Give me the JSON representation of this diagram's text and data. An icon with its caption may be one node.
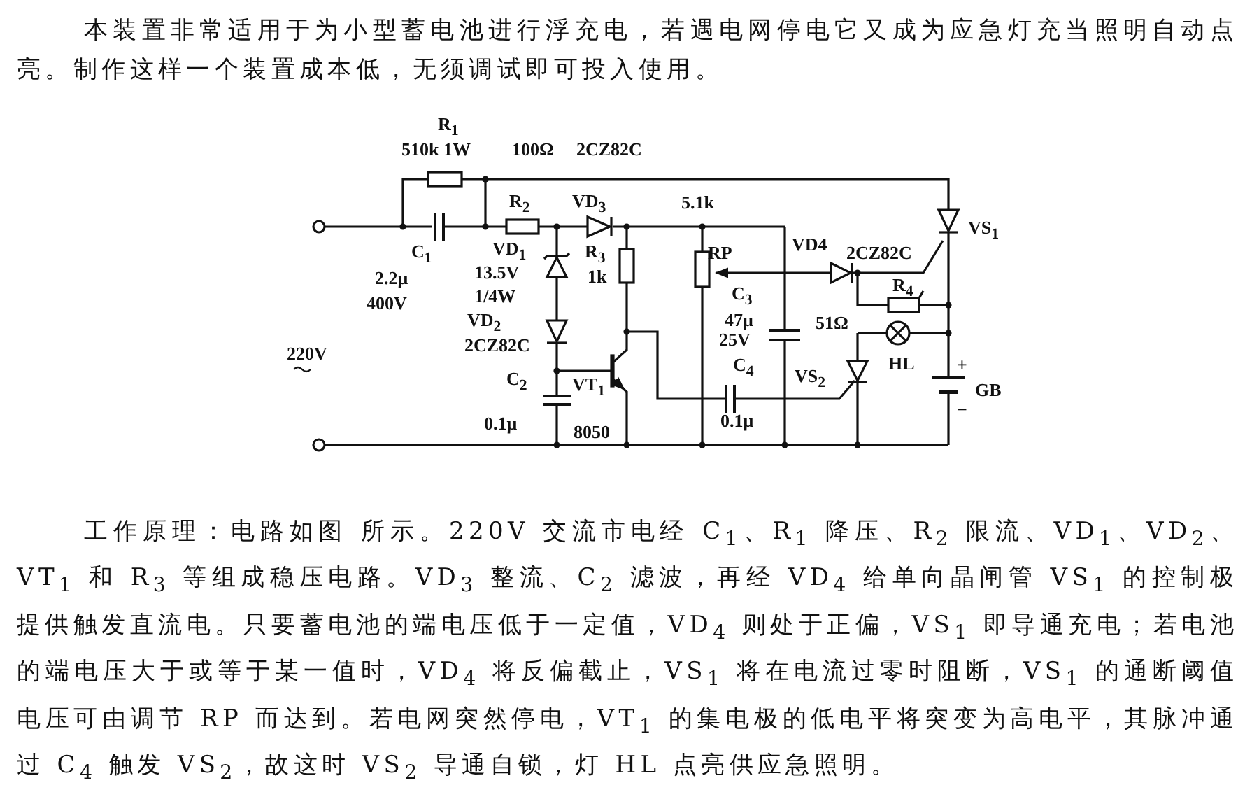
{
  "diagram": {
    "labels": [
      "本装置非常适用于为小型蓄电池进行浮充电，若遇电网停电它又成为应急灯充当照明自动点亮。制作这样一个装置成本低，无须调试即可投入使用。",
      "R$_{1}$",
      "510k 1W",
      "100Ω",
      "2CZ82C",
      "R$_{2}$",
      "VD$_{3}$",
      "5.1k",
      "C$_{1}$",
      "2.2μ",
      "400V",
      "VD$_{1}$",
      "13.5V",
      "1/4W",
      "VD$_{2}$",
      "2CZ82C",
      "R$_{3}$",
      "1k",
      "220V",
      "C$_{2}$",
      "0.1μ",
      "VT$_{1}$",
      "8050",
      "RP",
      "VD4",
      "2CZ82C",
      "VS$_{1}$",
      "R$_{4}$",
      "C$_{3}$",
      "47μ",
      "25V",
      "51Ω",
      "C$_{4}$",
      "VS$_{2}$",
      "HL",
      "+",
      "GB",
      "−",
      "0.1μ",
      "工作原理：电路如图 所示。220V 交流市电经 C$_{1}$、R$_{1}$ 降压、R$_{2}$ 限流、VD$_{1}$、VD$_{2}$、VT$_{1}$ 和 R$_{3}$ 等组成稳压电路。VD$_{3}$ 整流、C$_{2}$ 滤波，再经 VD$_{4}$ 给单向晶闸管 VS$_{1}$ 的控制极提供触发直流电。只要蓄电池的端电压低于一定值，VD$_{4}$ 则处于正偏，VS$_{1}$ 即导通充电；若电池的端电压大于或等于某一值时，VD$_{4}$ 将反偏截止，VS$_{1}$ 将在电流过零时阻断，VS$_{1}$ 的通断阈值电压可由调节 RP 而达到。若电网突然停电，VT$_{1}$ 的集电极的低电平将突变为高电平，其脉冲通过 C$_{4}$ 触发 VS$_{2}$，故这时 VS$_{2}$ 导通自锁，灯 HL 点亮供应急照明。"
    ]
  }
}
